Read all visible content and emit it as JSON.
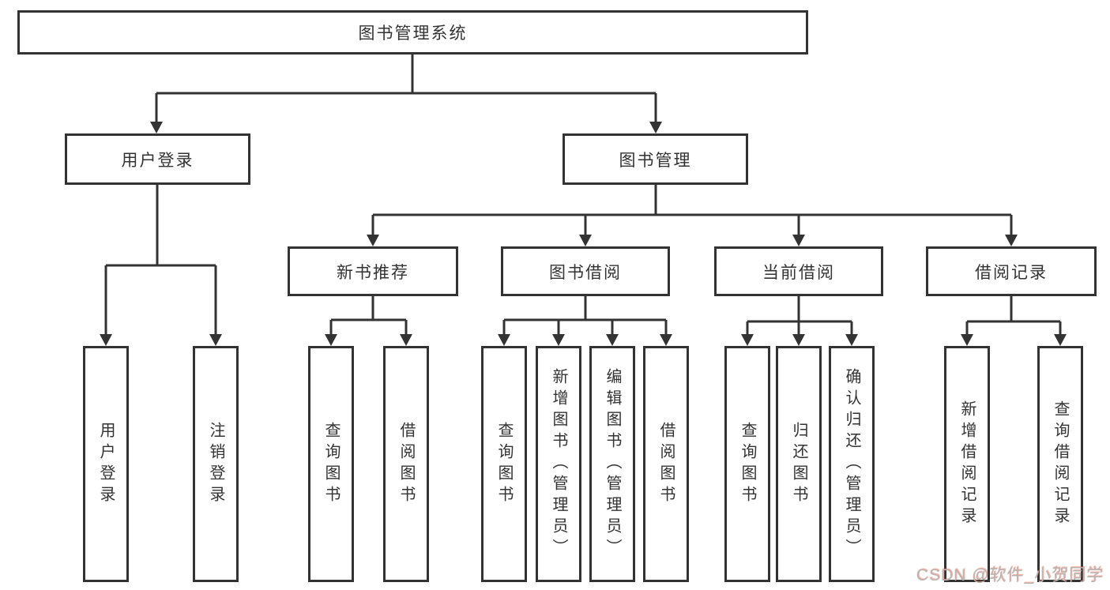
{
  "diagram": {
    "type": "tree",
    "root": {
      "label": "图书管理系统"
    },
    "branches": [
      {
        "label": "用户登录"
      },
      {
        "label": "图书管理"
      }
    ],
    "modules": [
      {
        "label": "新书推荐"
      },
      {
        "label": "图书借阅"
      },
      {
        "label": "当前借阅"
      },
      {
        "label": "借阅记录"
      }
    ],
    "leaves": {
      "user_login": [
        {
          "label": "用户登录"
        },
        {
          "label": "注销登录"
        }
      ],
      "new_book": [
        {
          "label": "查询图书"
        },
        {
          "label": "借阅图书"
        }
      ],
      "book_borrow": [
        {
          "label": "查询图书"
        },
        {
          "label": "新增图书（管理员）"
        },
        {
          "label": "编辑图书（管理员）"
        },
        {
          "label": "借阅图书"
        }
      ],
      "current_borrow": [
        {
          "label": "查询图书"
        },
        {
          "label": "归还图书"
        },
        {
          "label": "确认归还（管理员）"
        }
      ],
      "borrow_record": [
        {
          "label": "新增借阅记录"
        },
        {
          "label": "查询借阅记录"
        }
      ]
    }
  },
  "watermark": {
    "text": "CSDN @软件_小贺同学"
  },
  "colors": {
    "line": "#333333",
    "box_fill": "#ffffff",
    "text": "#333333",
    "watermark": "#b5b5b5",
    "watermark_accent": "#fc5531"
  }
}
